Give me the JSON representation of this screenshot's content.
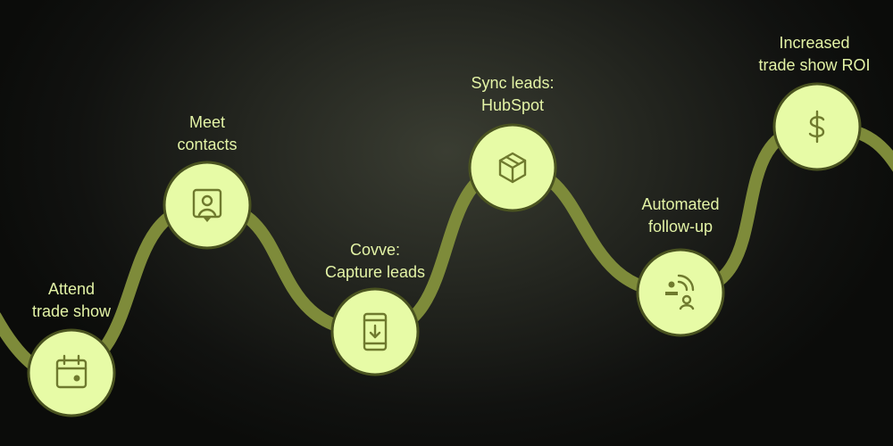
{
  "colors": {
    "node_fill": "#e7fba6",
    "path": "#7e8b3a",
    "icon": "#6f7a2e",
    "label": "#e3f3a6"
  },
  "steps": [
    {
      "label": "Attend\ntrade show",
      "icon": "calendar-icon"
    },
    {
      "label": "Meet\ncontacts",
      "icon": "contact-card-icon"
    },
    {
      "label": "Covve:\nCapture leads",
      "icon": "phone-download-icon"
    },
    {
      "label": "Sync leads:\nHubSpot",
      "icon": "package-box-icon"
    },
    {
      "label": "Automated\nfollow-up",
      "icon": "contact-signal-icon"
    },
    {
      "label": "Increased\ntrade show ROI",
      "icon": "dollar-icon"
    }
  ]
}
